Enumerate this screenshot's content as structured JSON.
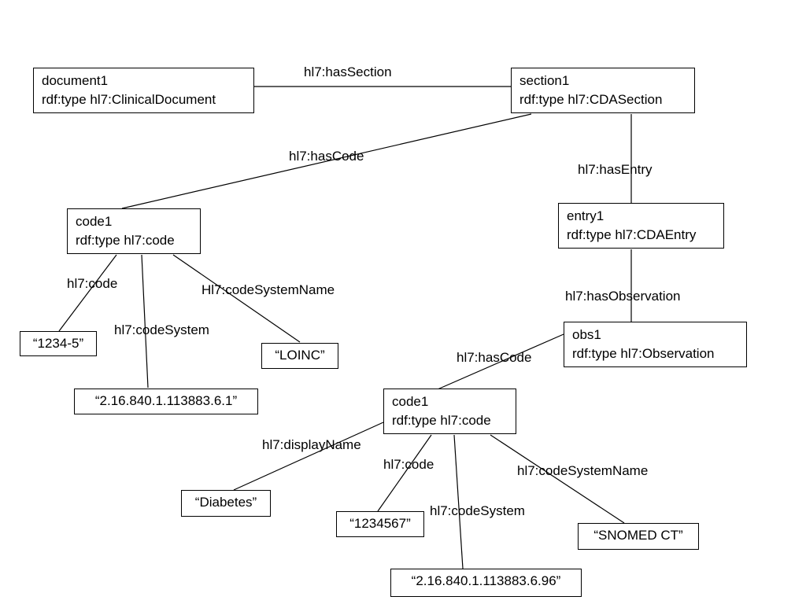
{
  "nodes": {
    "document1": {
      "name": "document1",
      "type": "rdf:type hl7:ClinicalDocument"
    },
    "section1": {
      "name": "section1",
      "type": "rdf:type hl7:CDASection"
    },
    "code1_a": {
      "name": "code1",
      "type": "rdf:type hl7:code"
    },
    "entry1": {
      "name": "entry1",
      "type": "rdf:type hl7:CDAEntry"
    },
    "obs1": {
      "name": "obs1",
      "type": "rdf:type hl7:Observation"
    },
    "code1_b": {
      "name": "code1",
      "type": "rdf:type hl7:code"
    }
  },
  "literals": {
    "code_1234_5": "“1234-5”",
    "loinc": "“LOINC”",
    "oid_6_1": "“2.16.840.1.113883.6.1”",
    "diabetes": "“Diabetes”",
    "code_1234567": "“1234567”",
    "snomed": "“SNOMED CT”",
    "oid_6_96": "“2.16.840.1.113883.6.96”"
  },
  "edges": {
    "hasSection": "hl7:hasSection",
    "hasCode_a": "hl7:hasCode",
    "hasEntry": "hl7:hasEntry",
    "code_a": "hl7:code",
    "codeSystemName_a": "Hl7:codeSystemName",
    "codeSystem_a": "hl7:codeSystem",
    "hasObservation": "hl7:hasObservation",
    "hasCode_b": "hl7:hasCode",
    "displayName": "hl7:displayName",
    "code_b": "hl7:code",
    "codeSystemName_b": "hl7:codeSystemName",
    "codeSystem_b": "hl7:codeSystem"
  }
}
